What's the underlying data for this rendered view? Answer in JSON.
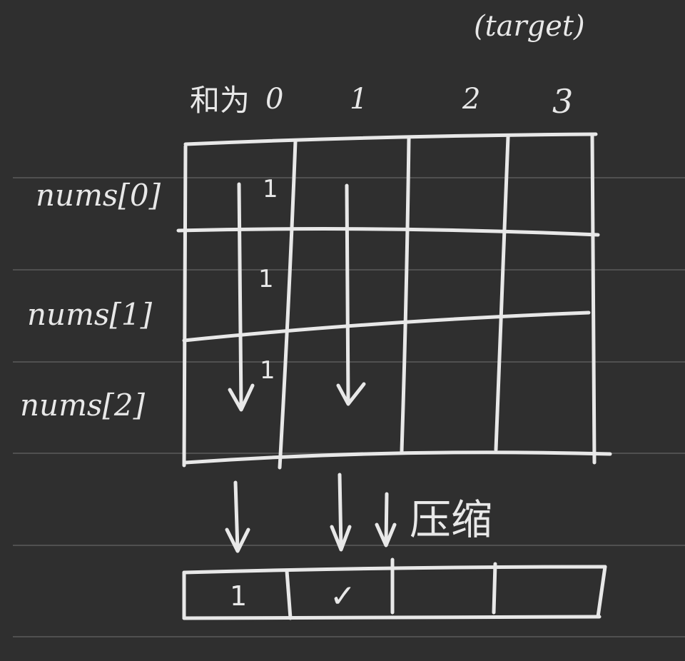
{
  "header": {
    "target_label": "(target)",
    "sum_label": "和为",
    "columns": [
      "0",
      "1",
      "2",
      "3"
    ]
  },
  "rows": [
    {
      "label": "nums[0]",
      "cell_value": "1"
    },
    {
      "label": "nums[1]",
      "cell_value": "1"
    },
    {
      "label": "nums[2]",
      "cell_value": "1"
    }
  ],
  "compress_label": "压缩",
  "compressed_array": [
    {
      "value": "1"
    },
    {
      "value": "✓"
    },
    {
      "value": ""
    },
    {
      "value": ""
    }
  ],
  "colors": {
    "background": "#2f2f2f",
    "ink": "#e8e8e8",
    "ruled_lines": "#5b5b5b"
  }
}
